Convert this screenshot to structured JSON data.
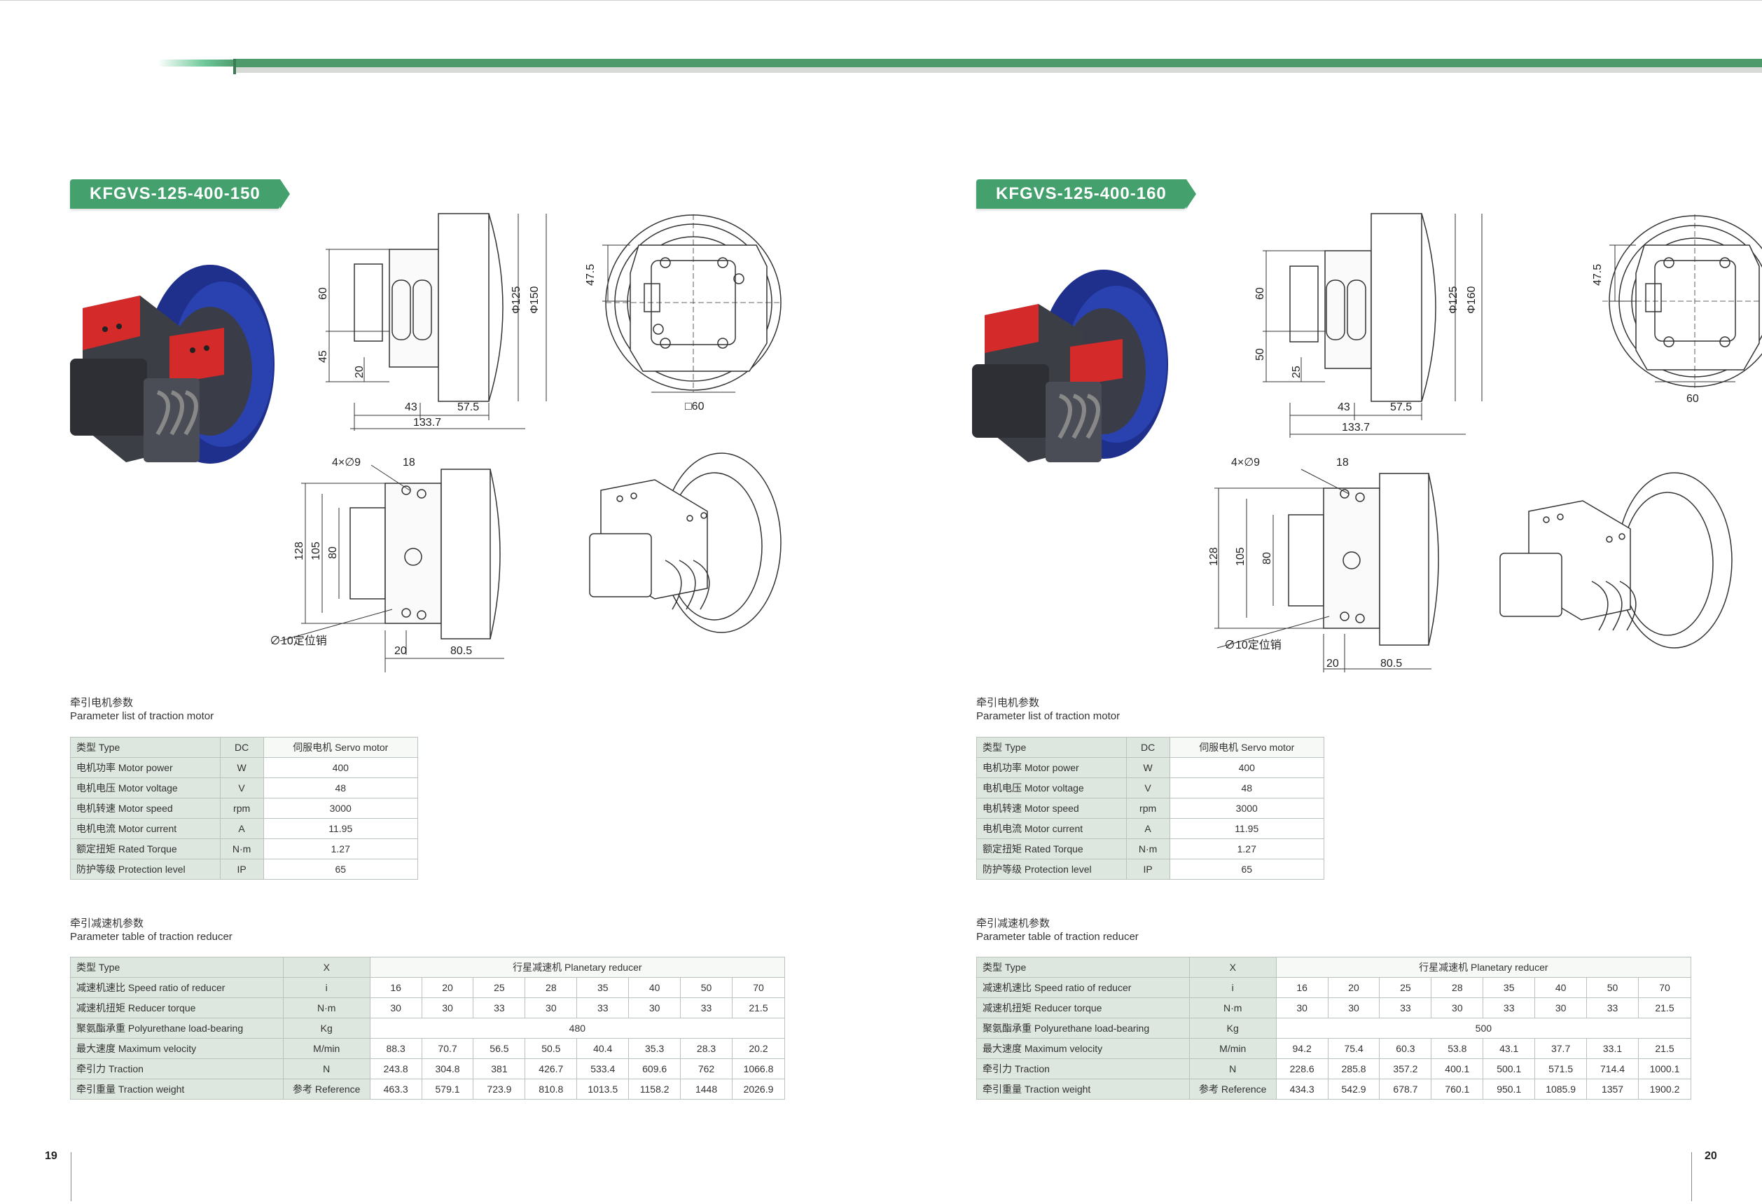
{
  "pages": [
    {
      "page_number": "19",
      "model": "KFGVS-125-400-150",
      "dims": {
        "h60": "60",
        "h45": "45",
        "h20": "20",
        "d125": "Φ125",
        "d150": "Φ150",
        "w43": "43",
        "w575": "57.5",
        "w1337": "133.7",
        "h475": "47.5",
        "sq60": "□60",
        "holes": "4×∅9",
        "w18": "18",
        "v128": "128",
        "v105": "105",
        "v80": "80",
        "pin": "∅10定位销",
        "b20": "20",
        "b805": "80.5"
      },
      "motor": {
        "title_cn": "牵引电机参数",
        "title_en": "Parameter list of traction motor",
        "rows": [
          {
            "label": "类型 Type",
            "unit": "DC",
            "value": "伺服电机 Servo motor"
          },
          {
            "label": "电机功率 Motor power",
            "unit": "W",
            "value": "400"
          },
          {
            "label": "电机电压 Motor voltage",
            "unit": "V",
            "value": "48"
          },
          {
            "label": "电机转速 Motor speed",
            "unit": "rpm",
            "value": "3000"
          },
          {
            "label": "电机电流 Motor current",
            "unit": "A",
            "value": "11.95"
          },
          {
            "label": "额定扭矩 Rated Torque",
            "unit": "N·m",
            "value": "1.27"
          },
          {
            "label": "防护等级 Protection level",
            "unit": "IP",
            "value": "65"
          }
        ]
      },
      "reducer": {
        "title_cn": "牵引减速机参数",
        "title_en": "Parameter table of traction reducer",
        "type_label": "类型 Type",
        "type_unit": "X",
        "type_value": "行星减速机 Planetary reducer",
        "ratio_label": "减速机速比 Speed ratio of reducer",
        "ratio_unit": "i",
        "ratios": [
          "16",
          "20",
          "25",
          "28",
          "35",
          "40",
          "50",
          "70"
        ],
        "torque_label": "减速机扭矩 Reducer torque",
        "torque_unit": "N·m",
        "torques": [
          "30",
          "30",
          "33",
          "30",
          "33",
          "30",
          "33",
          "21.5"
        ],
        "load_label": "聚氨酯承重 Polyurethane load-bearing",
        "load_unit": "Kg",
        "load_value": "480",
        "vel_label": "最大速度 Maximum velocity",
        "vel_unit": "M/min",
        "velocities": [
          "88.3",
          "70.7",
          "56.5",
          "50.5",
          "40.4",
          "35.3",
          "28.3",
          "20.2"
        ],
        "traction_label": "牵引力 Traction",
        "traction_unit": "N",
        "tractions": [
          "243.8",
          "304.8",
          "381",
          "426.7",
          "533.4",
          "609.6",
          "762",
          "1066.8"
        ],
        "weight_label": "牵引重量 Traction weight",
        "weight_unit": "参考 Reference",
        "weights": [
          "463.3",
          "579.1",
          "723.9",
          "810.8",
          "1013.5",
          "1158.2",
          "1448",
          "2026.9"
        ]
      }
    },
    {
      "page_number": "20",
      "model": "KFGVS-125-400-160",
      "dims": {
        "h60": "60",
        "h45": "50",
        "h20": "25",
        "d125": "Φ125",
        "d150": "Φ160",
        "w43": "43",
        "w575": "57.5",
        "w1337": "133.7",
        "h475": "47.5",
        "sq60": "60",
        "holes": "4×∅9",
        "w18": "18",
        "v128": "128",
        "v105": "105",
        "v80": "80",
        "pin": "∅10定位销",
        "b20": "20",
        "b805": "80.5"
      },
      "motor": {
        "title_cn": "牵引电机参数",
        "title_en": "Parameter list of traction motor",
        "rows": [
          {
            "label": "类型 Type",
            "unit": "DC",
            "value": "伺服电机 Servo motor"
          },
          {
            "label": "电机功率 Motor power",
            "unit": "W",
            "value": "400"
          },
          {
            "label": "电机电压 Motor voltage",
            "unit": "V",
            "value": "48"
          },
          {
            "label": "电机转速 Motor speed",
            "unit": "rpm",
            "value": "3000"
          },
          {
            "label": "电机电流 Motor current",
            "unit": "A",
            "value": "11.95"
          },
          {
            "label": "额定扭矩 Rated Torque",
            "unit": "N·m",
            "value": "1.27"
          },
          {
            "label": "防护等级 Protection level",
            "unit": "IP",
            "value": "65"
          }
        ]
      },
      "reducer": {
        "title_cn": "牵引减速机参数",
        "title_en": "Parameter table of traction reducer",
        "type_label": "类型 Type",
        "type_unit": "X",
        "type_value": "行星减速机 Planetary reducer",
        "ratio_label": "减速机速比 Speed ratio of reducer",
        "ratio_unit": "i",
        "ratios": [
          "16",
          "20",
          "25",
          "28",
          "35",
          "40",
          "50",
          "70"
        ],
        "torque_label": "减速机扭矩 Reducer torque",
        "torque_unit": "N·m",
        "torques": [
          "30",
          "30",
          "33",
          "30",
          "33",
          "30",
          "33",
          "21.5"
        ],
        "load_label": "聚氨酯承重 Polyurethane load-bearing",
        "load_unit": "Kg",
        "load_value": "500",
        "vel_label": "最大速度 Maximum velocity",
        "vel_unit": "M/min",
        "velocities": [
          "94.2",
          "75.4",
          "60.3",
          "53.8",
          "43.1",
          "37.7",
          "33.1",
          "21.5"
        ],
        "traction_label": "牵引力 Traction",
        "traction_unit": "N",
        "tractions": [
          "228.6",
          "285.8",
          "357.2",
          "400.1",
          "500.1",
          "571.5",
          "714.4",
          "1000.1"
        ],
        "weight_label": "牵引重量 Traction weight",
        "weight_unit": "参考 Reference",
        "weights": [
          "434.3",
          "542.9",
          "678.7",
          "760.1",
          "950.1",
          "1085.9",
          "1357",
          "1900.2"
        ]
      }
    }
  ]
}
